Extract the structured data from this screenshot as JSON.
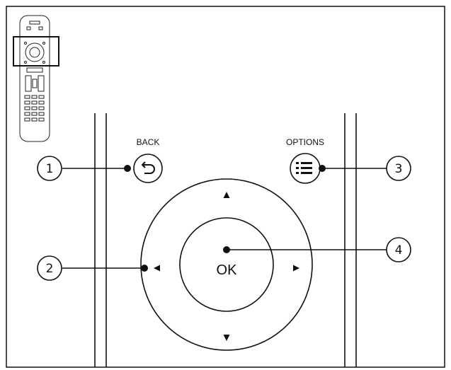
{
  "buttons": {
    "back_label": "BACK",
    "options_label": "OPTIONS",
    "ok_label": "OK"
  },
  "callouts": [
    "1",
    "2",
    "3",
    "4"
  ],
  "icons": {
    "back": "back-arrow-icon",
    "options": "list-menu-icon",
    "arrows": [
      "up-arrow-icon",
      "down-arrow-icon",
      "left-arrow-icon",
      "right-arrow-icon"
    ],
    "remote": "remote-control-icon"
  },
  "colors": {
    "line": "#111111",
    "background": "#ffffff"
  }
}
